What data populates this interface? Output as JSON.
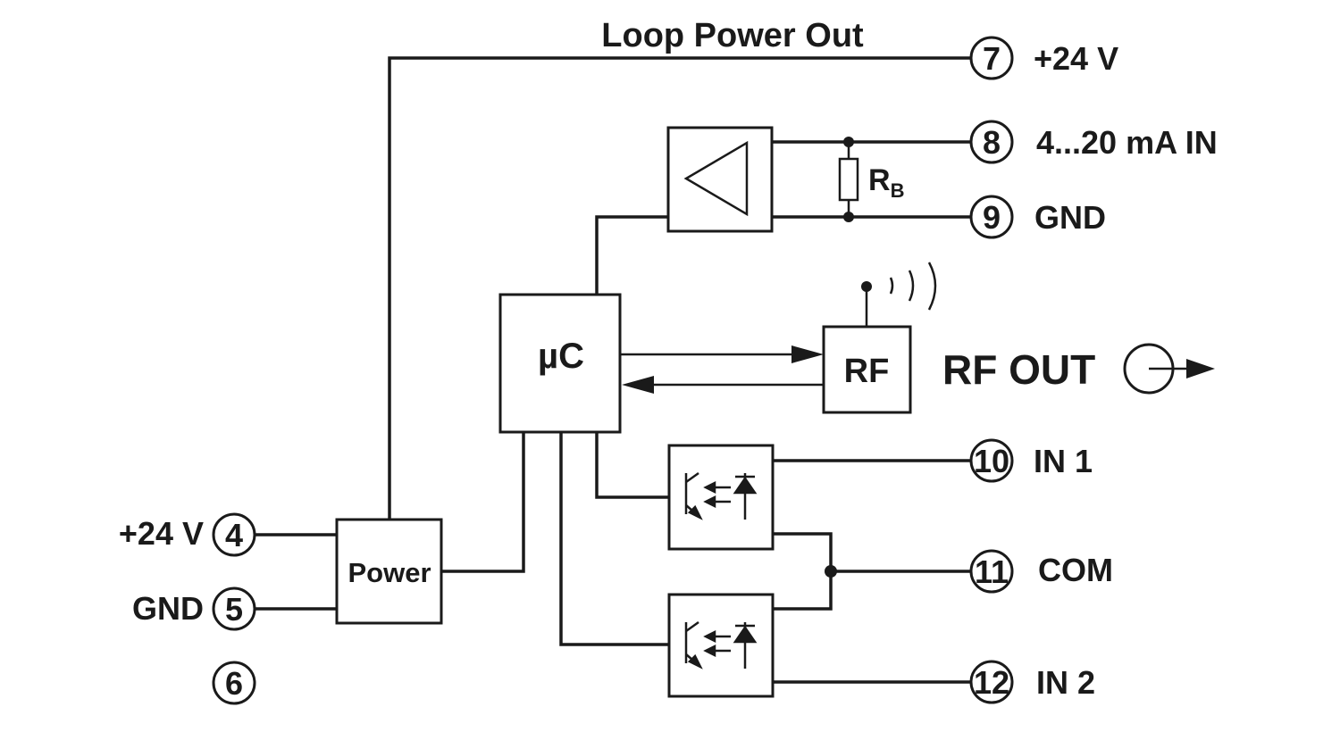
{
  "title": "Loop Power Out",
  "terminals": {
    "t4": {
      "number": "4",
      "label": "+24 V"
    },
    "t5": {
      "number": "5",
      "label": "GND"
    },
    "t6": {
      "number": "6",
      "label": ""
    },
    "t7": {
      "number": "7",
      "label": "+24 V"
    },
    "t8": {
      "number": "8",
      "label": "4...20 mA IN"
    },
    "t9": {
      "number": "9",
      "label": "GND"
    },
    "t10": {
      "number": "10",
      "label": "IN 1"
    },
    "t11": {
      "number": "11",
      "label": "COM"
    },
    "t12": {
      "number": "12",
      "label": "IN 2"
    }
  },
  "blocks": {
    "power": "Power",
    "mcu": "µC",
    "rf": "RF",
    "resistor_main": "R",
    "resistor_sub": "B"
  },
  "rf_out": {
    "label": "RF OUT"
  },
  "icons": [
    "amplifier-icon",
    "optocoupler-icon",
    "antenna-icon",
    "rf-output-icon",
    "resistor-icon"
  ],
  "colors": {
    "line": "#1a1a1a",
    "background": "#ffffff"
  }
}
